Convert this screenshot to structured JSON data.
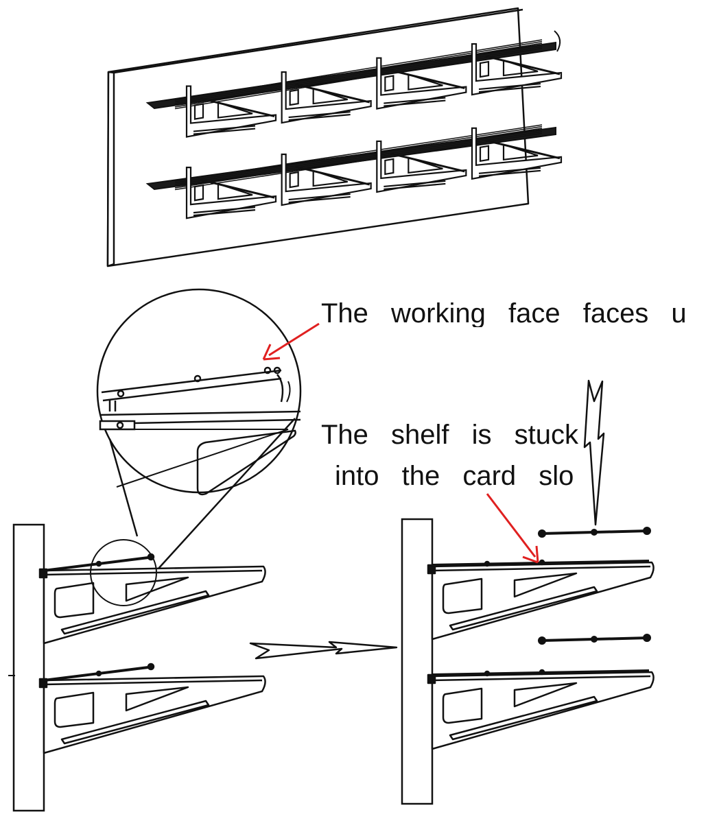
{
  "annotations": {
    "working_face": "The working face faces u",
    "shelf_stuck_line1": "The shelf is stuck",
    "shelf_stuck_line2": "into the card slo"
  },
  "colors": {
    "line": "#111111",
    "shelf_fill": "#1a1a1a",
    "arrow_red": "#e02020"
  }
}
